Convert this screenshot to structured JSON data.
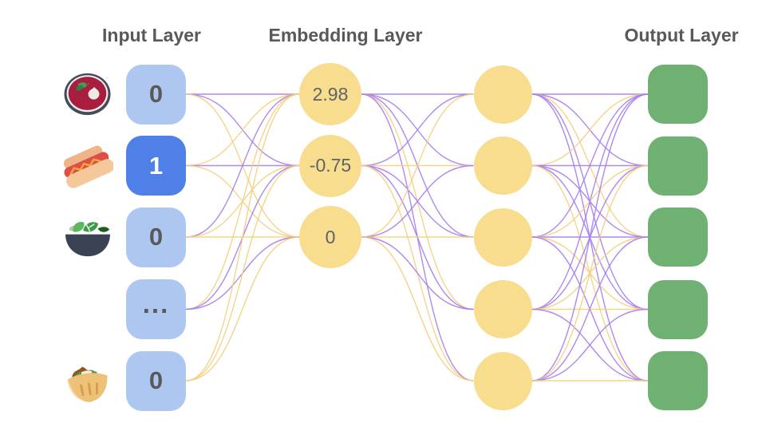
{
  "network": {
    "layers": {
      "input": {
        "title": "Input Layer",
        "nodes": [
          {
            "icon": "soup-icon",
            "value": "0",
            "active": false
          },
          {
            "icon": "hotdog-icon",
            "value": "1",
            "active": true
          },
          {
            "icon": "salad-icon",
            "value": "0",
            "active": false
          },
          {
            "icon": null,
            "value": "...",
            "active": false
          },
          {
            "icon": "pita-icon",
            "value": "0",
            "active": false
          }
        ]
      },
      "embedding": {
        "title": "Embedding Layer",
        "nodes": [
          {
            "value": "2.98"
          },
          {
            "value": "-0.75"
          },
          {
            "value": "0"
          }
        ]
      },
      "hidden": {
        "node_count": 5
      },
      "output": {
        "title": "Output Layer",
        "node_count": 5
      }
    },
    "connections": {
      "input_to_embedding": [
        [
          "purple",
          "purple",
          "yellow"
        ],
        [
          "yellow",
          "purple",
          "yellow"
        ],
        [
          "purple",
          "yellow",
          "yellow"
        ],
        [
          "yellow",
          "purple",
          "purple"
        ],
        [
          "yellow",
          "yellow",
          "yellow"
        ]
      ],
      "embedding_to_hidden": [
        [
          "purple",
          "purple",
          "purple",
          "yellow",
          "purple"
        ],
        [
          "purple",
          "yellow",
          "purple",
          "purple",
          "yellow"
        ],
        [
          "yellow",
          "purple",
          "yellow",
          "purple",
          "yellow"
        ]
      ],
      "hidden_to_output": [
        [
          "purple",
          "purple",
          "yellow",
          "purple",
          "purple"
        ],
        [
          "yellow",
          "purple",
          "purple",
          "purple",
          "yellow"
        ],
        [
          "purple",
          "yellow",
          "purple",
          "yellow",
          "purple"
        ],
        [
          "purple",
          "purple",
          "yellow",
          "yellow",
          "purple"
        ],
        [
          "purple",
          "yellow",
          "purple",
          "purple",
          "yellow"
        ]
      ]
    }
  },
  "colors": {
    "background": "#ffffff",
    "title_text": "#595959",
    "input_fill": "#aec7f0",
    "input_active_fill": "#4e80e8",
    "input_text": "#595959",
    "input_active_text": "#ffffff",
    "embedding_fill": "#f8dd8e",
    "embedding_text": "#5f6368",
    "hidden_fill": "#f8dd8e",
    "output_fill": "#6fb173",
    "edge_purple": "#a47cf0",
    "edge_yellow": "#f5ce7d"
  }
}
